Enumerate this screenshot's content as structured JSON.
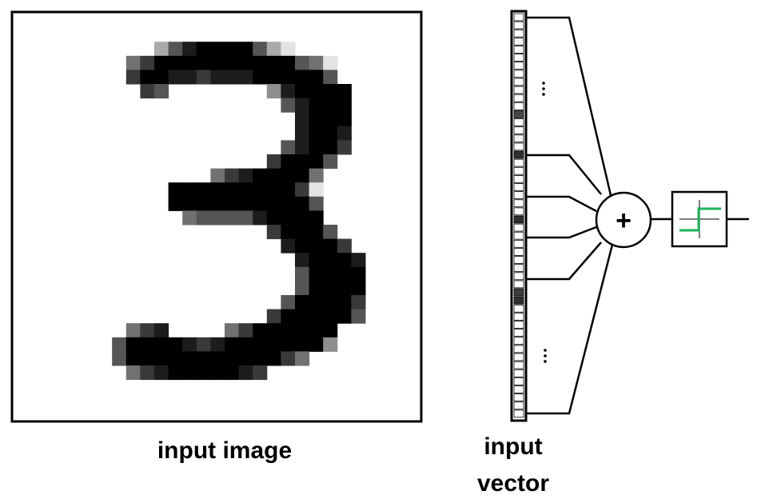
{
  "labels": {
    "image_caption": "input image",
    "vector_caption_line1": "input",
    "vector_caption_line2": "vector",
    "ellipsis_top": "⋮",
    "ellipsis_bottom": "⋮",
    "sum_symbol": "+"
  },
  "digit": {
    "depicted": "3"
  },
  "input_vector": {
    "cells": [
      0.0,
      0.0,
      0.0,
      0.05,
      0.0,
      0.0,
      0.0,
      0.0,
      0.0,
      0.0,
      0.0,
      0.0,
      0.8,
      0.0,
      0.0,
      0.05,
      0.0,
      0.9,
      0.0,
      0.0,
      0.0,
      0.0,
      0.0,
      0.0,
      0.0,
      0.9,
      0.0,
      0.0,
      0.0,
      0.0,
      0.0,
      0.05,
      0.0,
      0.0,
      0.85,
      0.9,
      0.0,
      0.0,
      0.0,
      0.0,
      0.0,
      0.0,
      0.0,
      0.0,
      0.0,
      0.0,
      0.0,
      0.0,
      0.0,
      0.0
    ]
  },
  "colors": {
    "step_function": "#1db35a",
    "stroke": "#000000"
  }
}
